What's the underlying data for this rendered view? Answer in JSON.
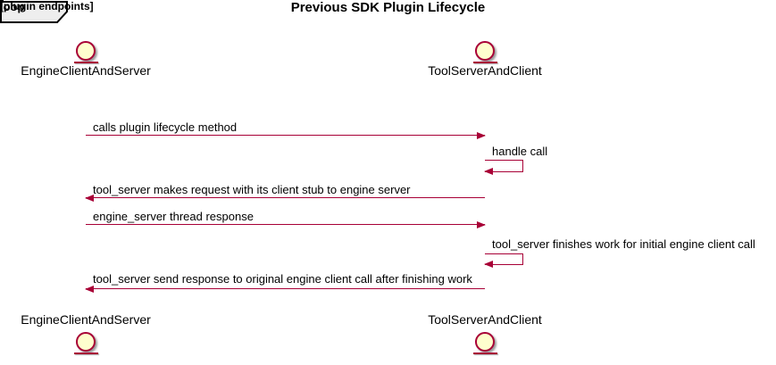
{
  "title": "Previous SDK Plugin Lifecycle",
  "actors": [
    {
      "name": "EngineClientAndServer"
    },
    {
      "name": "ToolServerAndClient"
    }
  ],
  "loop": {
    "label": "loop",
    "condition": "[plugin endpoints]"
  },
  "messages": [
    {
      "from": "EngineClientAndServer",
      "to": "ToolServerAndClient",
      "direction": "right",
      "text": "calls plugin lifecycle method"
    },
    {
      "from": "ToolServerAndClient",
      "to": "ToolServerAndClient",
      "direction": "self",
      "text": "handle call"
    },
    {
      "from": "ToolServerAndClient",
      "to": "EngineClientAndServer",
      "direction": "left",
      "text": "tool_server makes request with its client stub to engine server"
    },
    {
      "from": "EngineClientAndServer",
      "to": "ToolServerAndClient",
      "direction": "right",
      "text": "engine_server thread response"
    },
    {
      "from": "ToolServerAndClient",
      "to": "ToolServerAndClient",
      "direction": "self",
      "text": "tool_server finishes work for initial engine client call"
    },
    {
      "from": "ToolServerAndClient",
      "to": "EngineClientAndServer",
      "direction": "left",
      "text": "tool_server send response to original engine client call after finishing work"
    }
  ],
  "colors": {
    "accent": "#A80036",
    "entity_fill": "#FEFECE",
    "loop_tab_fill": "#EEEEEE",
    "frame_border": "#000000",
    "background": "#FFFFFF"
  }
}
